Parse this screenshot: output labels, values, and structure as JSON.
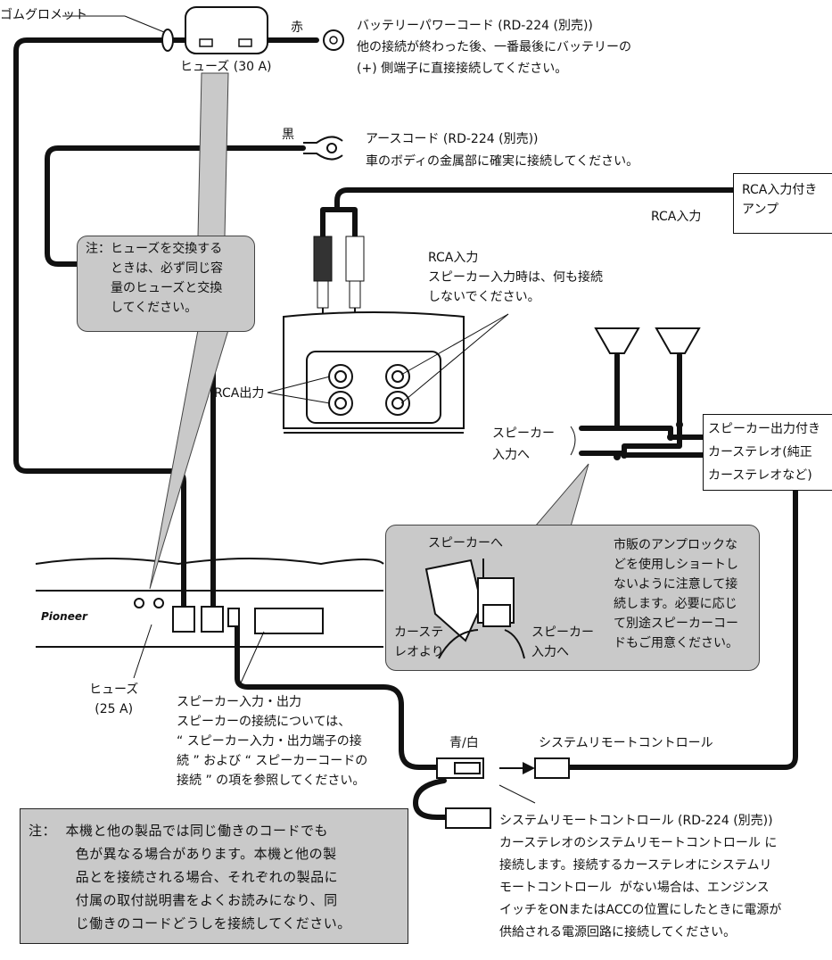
{
  "labels": {
    "rubber_grommet": "ゴムグロメット",
    "red": "赤",
    "fuse_30a": "ヒューズ (30 A)",
    "battery_title": "バッテリーパワーコード (RD-224 (別売))",
    "battery_desc1": "他の接続が終わった後、一番最後にバッテリーの",
    "battery_desc2": "(+) 側端子に直接接続してください。",
    "black": "黒",
    "ground_title": "アースコード (RD-224 (別売))",
    "ground_desc": "車のボディの金属部に確実に接続してください。",
    "rca_amp_box": "RCA入力付き\nアンプ",
    "rca_input_short": "RCA入力",
    "rca_input_block": "RCA入力\nスピーカー入力時は、何も接続\nしないでください。",
    "rca_output": "RCA出力",
    "speaker_input_to": "スピーカー\n入力へ",
    "stereo_box": "スピーカー出力付き\nカーステレオ(純正\nカーステレオなど)",
    "to_speaker": "スピーカーへ",
    "from_stereo": "カーステ\nレオより",
    "to_speaker_input": "スピーカー\n入力へ",
    "callout_note": "市販のアンプロックな\nどを使用しショートし\nないように注意して接\n続します。必要に応じ\nて別途スピーカーコー\nドもご用意ください。",
    "fuse_note": "注：ヒューズを交換する\n　　ときは、必ず同じ容\n　　量のヒューズと交換\n　　してください。",
    "fuse_25a": "ヒューズ\n(25 A)",
    "speaker_io_block": "スピーカー入力・出力\nスピーカーの接続については、\n“ スピーカー入力・出力端子の接\n続 ” および “ スピーカーコードの\n接続 ” の項を参照してください。",
    "blue_white": "青/白",
    "system_remote": "システムリモートコントロール",
    "system_remote_block": "システムリモートコントロール (RD-224 (別売))\nカーステレオのシステムリモートコントロール に\n接続します。接続するカーステレオにシステムリ\nモートコントロール  がない場合は、エンジンス\nイッチをONまたはACCの位置にしたときに電源が\n供給される電源回路に接続してください。",
    "bottom_note": "注：  本機と他の製品では同じ働きのコードでも\n          色が異なる場合があります。本機と他の製\n          品とを接続される場合、それぞれの製品に\n          付属の取付説明書をよくお読みになり、同\n          じ働きのコードどうしを接続してください。",
    "brand": "Pioneer"
  }
}
